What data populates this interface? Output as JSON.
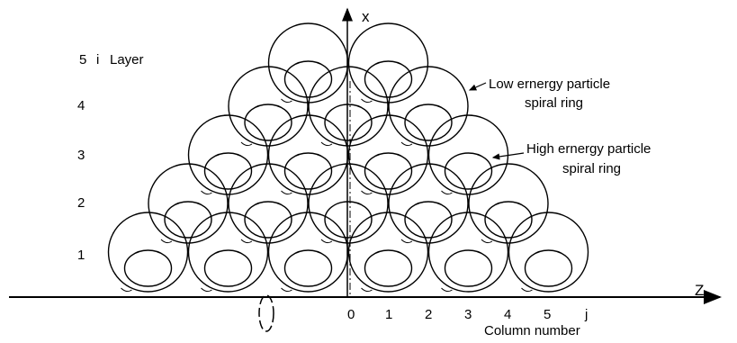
{
  "layers": {
    "header_number": "5",
    "header_symbol": "i",
    "header_word": "Layer",
    "rows": [
      "4",
      "3",
      "2",
      "1"
    ]
  },
  "axes": {
    "x_label": "x",
    "z_label": "Z",
    "ticks": [
      "0",
      "1",
      "2",
      "3",
      "4",
      "5",
      "j"
    ],
    "column_caption": "Column number"
  },
  "annotations": {
    "low_line1": "Low ernergy particle",
    "low_line2": "spiral ring",
    "high_line1": "High ernergy particle",
    "high_line2": "spiral ring"
  },
  "rings_per_layer": [
    6,
    5,
    4,
    3,
    2
  ]
}
